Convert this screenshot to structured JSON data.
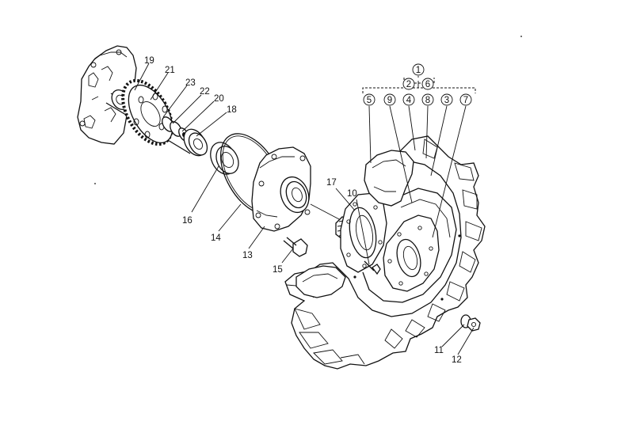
{
  "callouts": [
    {
      "id": "c1",
      "text": "1",
      "circled": true
    },
    {
      "id": "c2",
      "text": "2",
      "circled": true
    },
    {
      "id": "c6",
      "text": "6",
      "circled": true
    },
    {
      "id": "c5",
      "text": "5",
      "circled": true
    },
    {
      "id": "c9",
      "text": "9",
      "circled": true
    },
    {
      "id": "c4",
      "text": "4",
      "circled": true
    },
    {
      "id": "c8",
      "text": "8",
      "circled": true
    },
    {
      "id": "c3",
      "text": "3",
      "circled": true
    },
    {
      "id": "c7",
      "text": "7",
      "circled": true
    },
    {
      "id": "n19",
      "text": "19",
      "circled": false
    },
    {
      "id": "n21",
      "text": "21",
      "circled": false
    },
    {
      "id": "n23",
      "text": "23",
      "circled": false
    },
    {
      "id": "n22",
      "text": "22",
      "circled": false
    },
    {
      "id": "n20",
      "text": "20",
      "circled": false
    },
    {
      "id": "n18",
      "text": "18",
      "circled": false
    },
    {
      "id": "n16",
      "text": "16",
      "circled": false
    },
    {
      "id": "n14",
      "text": "14",
      "circled": false
    },
    {
      "id": "n13",
      "text": "13",
      "circled": false
    },
    {
      "id": "n15",
      "text": "15",
      "circled": false
    },
    {
      "id": "n17",
      "text": "17",
      "circled": false
    },
    {
      "id": "n10",
      "text": "10",
      "circled": false
    },
    {
      "id": "n11",
      "text": "11",
      "circled": false
    },
    {
      "id": "n12",
      "text": "12",
      "circled": false
    }
  ]
}
